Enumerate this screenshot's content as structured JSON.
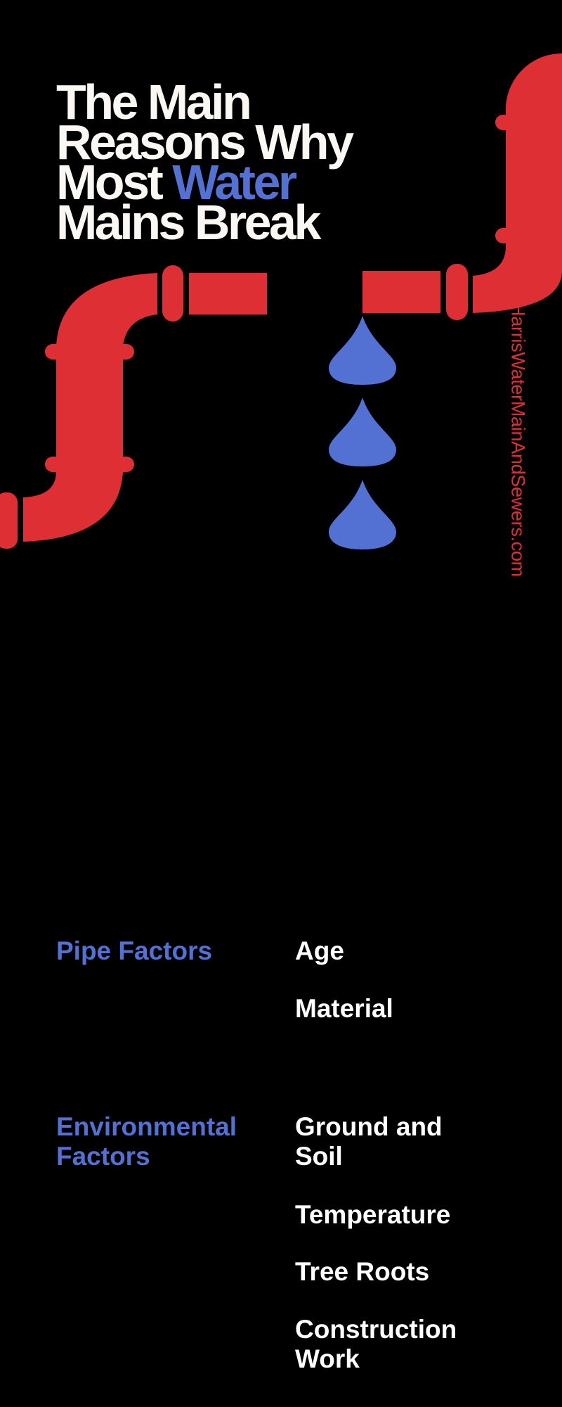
{
  "title": {
    "line1": "The Main",
    "line2": "Reasons Why",
    "line3_prefix": "Most ",
    "line3_accent": "Water",
    "line4": "Mains Break"
  },
  "website": "HarrisWaterMainAndSewers.com",
  "sections": [
    {
      "label": "Pipe Factors",
      "items": [
        "Age",
        "Material"
      ]
    },
    {
      "label": "Environmental Factors",
      "items": [
        "Ground and Soil",
        "Temperature",
        "Tree Roots",
        "Construction Work"
      ]
    }
  ],
  "colors": {
    "pipe": "#de2f35",
    "water": "#5271d3",
    "background": "#000000",
    "text": "#fbf8f3"
  }
}
